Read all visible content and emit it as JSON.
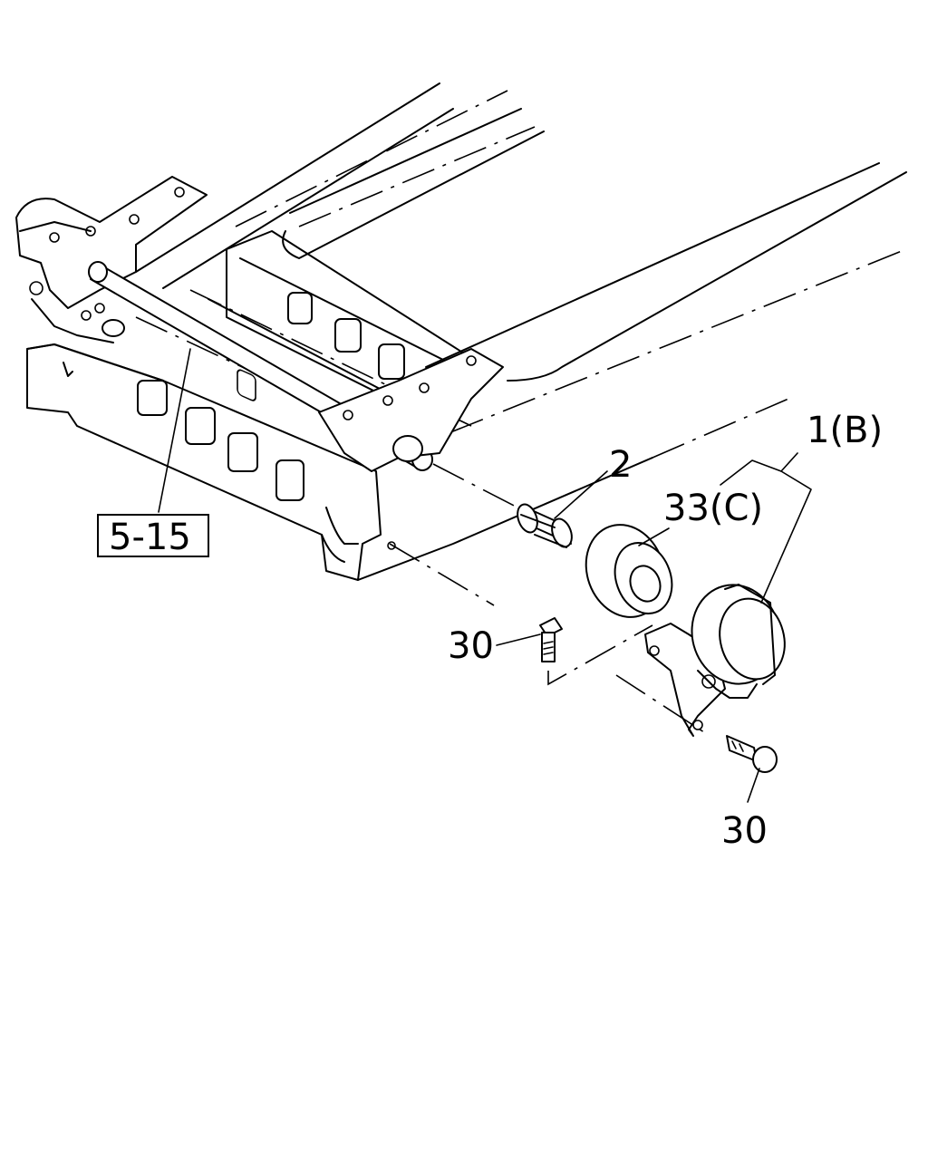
{
  "labels": {
    "ref_box": "5-15",
    "part_2": "2",
    "part_1": "1(B)",
    "part_33": "33(C)",
    "part_30_left": "30",
    "part_30_right": "30"
  }
}
